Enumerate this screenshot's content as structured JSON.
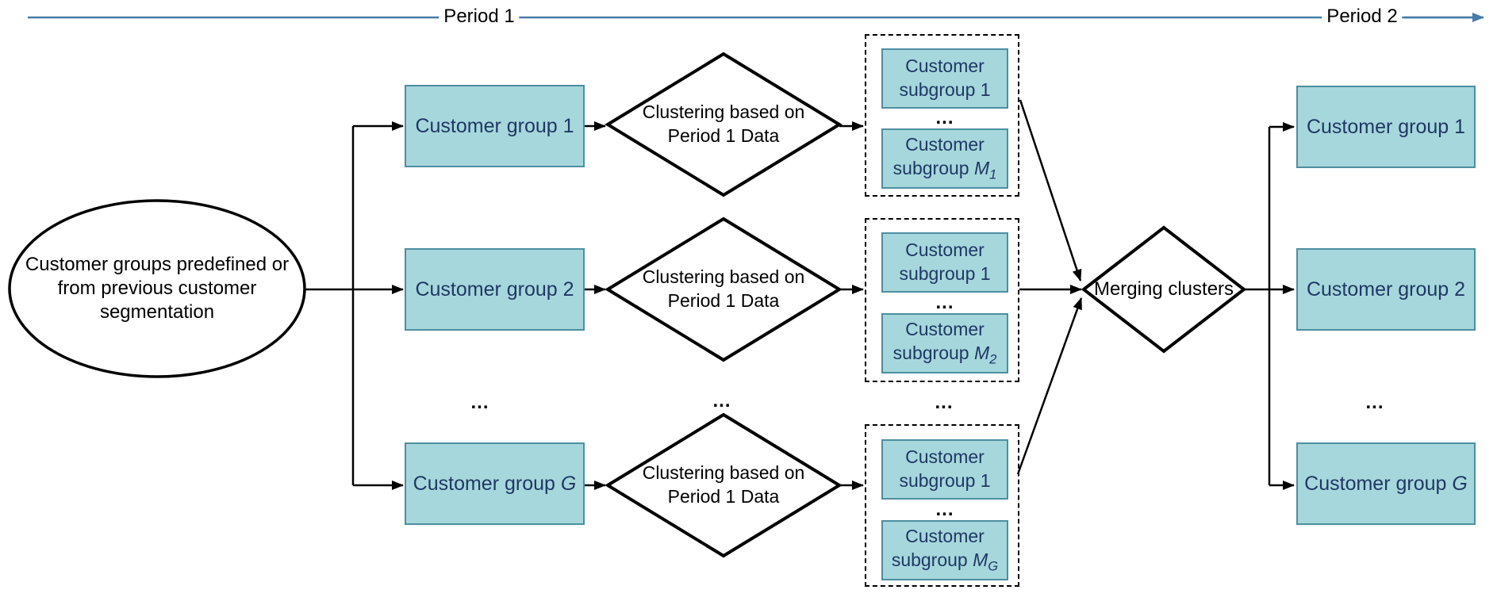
{
  "timeline": {
    "period1": "Period 1",
    "period2": "Period 2"
  },
  "start_ellipse": {
    "line1": "Customer groups predefined or",
    "line2": "from previous customer",
    "line3": "segmentation"
  },
  "left_column": {
    "items": [
      {
        "prefix": "Customer group ",
        "var": "1"
      },
      {
        "prefix": "Customer group ",
        "var": "2"
      },
      {
        "prefix": "Customer group ",
        "var": "G"
      }
    ],
    "ellipsis": "..."
  },
  "clustering": {
    "line1": "Clustering based on",
    "line2": "Period 1 Data",
    "ellipsis": "..."
  },
  "subgroups": {
    "ellipsis": "...",
    "panels": [
      {
        "first_line1": "Customer",
        "first_line2": "subgroup 1",
        "dots": "...",
        "last_line1": "Customer",
        "last_line2": "subgroup ",
        "var": "M",
        "sub": "1"
      },
      {
        "first_line1": "Customer",
        "first_line2": "subgroup 1",
        "dots": "...",
        "last_line1": "Customer",
        "last_line2": "subgroup ",
        "var": "M",
        "sub": "2"
      },
      {
        "first_line1": "Customer",
        "first_line2": "subgroup 1",
        "dots": "...",
        "last_line1": "Customer",
        "last_line2": "subgroup ",
        "var": "M",
        "sub": "G"
      }
    ]
  },
  "merge": {
    "label": "Merging clusters"
  },
  "right_column": {
    "items": [
      {
        "prefix": "Customer group ",
        "var": "1"
      },
      {
        "prefix": "Customer group ",
        "var": "2"
      },
      {
        "prefix": "Customer group ",
        "var": "G"
      }
    ],
    "ellipsis": "..."
  },
  "colors": {
    "box_fill": "#A6D7DC",
    "box_border": "#4E8EA0",
    "box_text": "#1F3864",
    "timeline": "#477CA8",
    "line": "#000000"
  }
}
